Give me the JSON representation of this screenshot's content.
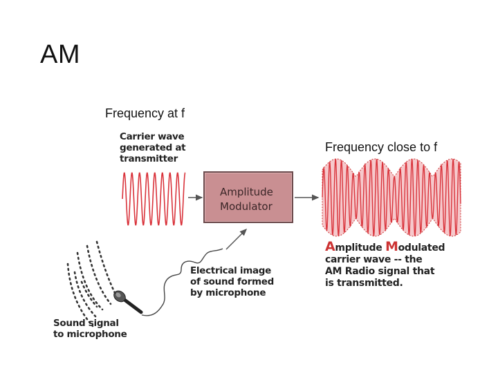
{
  "title": "AM",
  "captions": {
    "carrier_frequency": "Frequency at f",
    "modulated_frequency": "Frequency close to f"
  },
  "carrier_label": [
    "Carrier wave",
    "generated at",
    "transmitter"
  ],
  "modulator_label": [
    "Amplitude",
    "Modulator"
  ],
  "am_label": {
    "line1_cap1": "A",
    "line1_rest1": "mplitude ",
    "line1_cap2": "M",
    "line1_rest2": "odulated",
    "line2": "carrier wave -- the",
    "line3": "AM Radio signal that",
    "line4": "is transmitted."
  },
  "electrical_label": [
    "Electrical image",
    "of sound formed",
    "by microphone"
  ],
  "sound_label": [
    "Sound signal",
    "to microphone"
  ],
  "colors": {
    "wave": "#d9323a",
    "envelope_fill": "#f6c9cc",
    "modulator_fill": "#c98f92",
    "arrow": "#555555"
  },
  "icons": [
    "microphone-icon",
    "sound-waves-icon"
  ]
}
